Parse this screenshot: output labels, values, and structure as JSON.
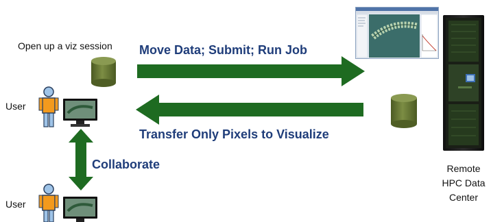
{
  "labels": {
    "viz_session": "Open up a viz session",
    "user_top": "User",
    "user_bottom": "User",
    "move_data": "Move Data; Submit; Run Job",
    "transfer_pixels": "Transfer Only Pixels to Visualize",
    "collaborate": "Collaborate",
    "remote_hpc": "Remote HPC Data Center"
  },
  "colors": {
    "arrow_green": "#1e6b21",
    "cylinder_green": "#5e6e2e",
    "label_blue": "#1f3d7a",
    "person_orange": "#f39a1d",
    "person_blue": "#9fc4e8"
  },
  "icons": {
    "database": "cylinder-icon",
    "user": "person-icon",
    "monitor": "monitor-icon",
    "server": "server-rack-icon",
    "app_window": "application-window-icon"
  }
}
